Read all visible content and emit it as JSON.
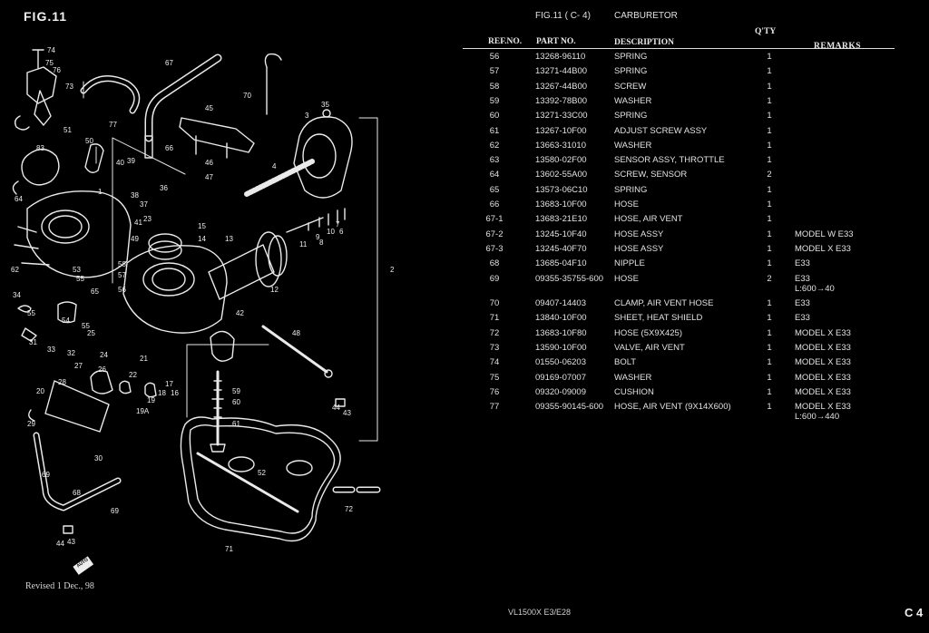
{
  "figure": {
    "title": "FIG.11",
    "revision": "Revised 1   Dec., 98",
    "callouts": [
      "74",
      "75",
      "76",
      "73",
      "51",
      "83",
      "64",
      "50",
      "77",
      "67",
      "70",
      "66",
      "45",
      "35",
      "3",
      "4",
      "40",
      "39",
      "38",
      "37",
      "36",
      "46",
      "47",
      "1",
      "41",
      "23",
      "15",
      "14",
      "49",
      "13",
      "11",
      "9",
      "8",
      "10",
      "7",
      "6",
      "62",
      "58",
      "57",
      "56",
      "53",
      "55",
      "65",
      "2",
      "12",
      "34",
      "31",
      "33",
      "32",
      "54",
      "25",
      "24",
      "22",
      "21",
      "27",
      "26",
      "28",
      "20",
      "29",
      "17",
      "18",
      "16",
      "19",
      "19A",
      "42",
      "48",
      "59",
      "60",
      "61",
      "44",
      "43",
      "30",
      "69",
      "68",
      "52",
      "72",
      "71"
    ],
    "corner_mark": "AUTO"
  },
  "header": {
    "fig_ref": "FIG.11 ( C- 4)",
    "section": "CARBURETOR",
    "qty_label": "Q'TY",
    "col_ref": "REF.NO.",
    "col_part": "PART NO.",
    "col_desc": "DESCRIPTION",
    "col_remarks": "REMARKS"
  },
  "parts": [
    {
      "ref": "56",
      "part": "13268-96110",
      "desc": "SPRING",
      "qty": "1",
      "remarks": ""
    },
    {
      "ref": "57",
      "part": "13271-44B00",
      "desc": "SPRING",
      "qty": "1",
      "remarks": ""
    },
    {
      "ref": "58",
      "part": "13267-44B00",
      "desc": "SCREW",
      "qty": "1",
      "remarks": ""
    },
    {
      "ref": "59",
      "part": "13392-78B00",
      "desc": "WASHER",
      "qty": "1",
      "remarks": ""
    },
    {
      "ref": "60",
      "part": "13271-33C00",
      "desc": "SPRING",
      "qty": "1",
      "remarks": ""
    },
    {
      "ref": "61",
      "part": "13267-10F00",
      "desc": "ADJUST SCREW ASSY",
      "qty": "1",
      "remarks": ""
    },
    {
      "ref": "62",
      "part": "13663-31010",
      "desc": "WASHER",
      "qty": "1",
      "remarks": ""
    },
    {
      "ref": "63",
      "part": "13580-02F00",
      "desc": "SENSOR ASSY, THROTTLE",
      "qty": "1",
      "remarks": ""
    },
    {
      "ref": "64",
      "part": "13602-55A00",
      "desc": "SCREW, SENSOR",
      "qty": "2",
      "remarks": ""
    },
    {
      "ref": "65",
      "part": "13573-06C10",
      "desc": "SPRING",
      "qty": "1",
      "remarks": ""
    },
    {
      "ref": "66",
      "part": "13683-10F00",
      "desc": "HOSE",
      "qty": "1",
      "remarks": ""
    },
    {
      "ref": "67-1",
      "part": "13683-21E10",
      "desc": "HOSE, AIR VENT",
      "qty": "1",
      "remarks": ""
    },
    {
      "ref": "67-2",
      "part": "13245-10F40",
      "desc": "HOSE ASSY",
      "qty": "1",
      "remarks": "MODEL W  E33"
    },
    {
      "ref": "67-3",
      "part": "13245-40F70",
      "desc": "HOSE ASSY",
      "qty": "1",
      "remarks": "MODEL X  E33"
    },
    {
      "ref": "68",
      "part": "13685-04F10",
      "desc": "NIPPLE",
      "qty": "1",
      "remarks": "E33"
    },
    {
      "ref": "69",
      "part": "09355-35755-600",
      "desc": "HOSE",
      "qty": "2",
      "remarks": "E33",
      "remarks2": "L:600→40"
    },
    {
      "ref": "70",
      "part": "09407-14403",
      "desc": "CLAMP, AIR VENT HOSE",
      "qty": "1",
      "remarks": "E33"
    },
    {
      "ref": "71",
      "part": "13840-10F00",
      "desc": "SHEET, HEAT SHIELD",
      "qty": "1",
      "remarks": "E33"
    },
    {
      "ref": "72",
      "part": "13683-10F80",
      "desc": "HOSE  (5X9X425)",
      "qty": "1",
      "remarks": "MODEL X  E33"
    },
    {
      "ref": "73",
      "part": "13590-10F00",
      "desc": "VALVE, AIR VENT",
      "qty": "1",
      "remarks": "MODEL X  E33"
    },
    {
      "ref": "74",
      "part": "01550-06203",
      "desc": "BOLT",
      "qty": "1",
      "remarks": "MODEL X  E33"
    },
    {
      "ref": "75",
      "part": "09169-07007",
      "desc": "WASHER",
      "qty": "1",
      "remarks": "MODEL X  E33"
    },
    {
      "ref": "76",
      "part": "09320-09009",
      "desc": "CUSHION",
      "qty": "1",
      "remarks": "MODEL X  E33"
    },
    {
      "ref": "77",
      "part": "09355-90145-600",
      "desc": "HOSE, AIR VENT (9X14X600)",
      "qty": "1",
      "remarks": "MODEL X  E33",
      "remarks2": "L:600→440"
    }
  ],
  "footer": {
    "model": "VL1500X  E3/E28",
    "page": "C 4"
  }
}
